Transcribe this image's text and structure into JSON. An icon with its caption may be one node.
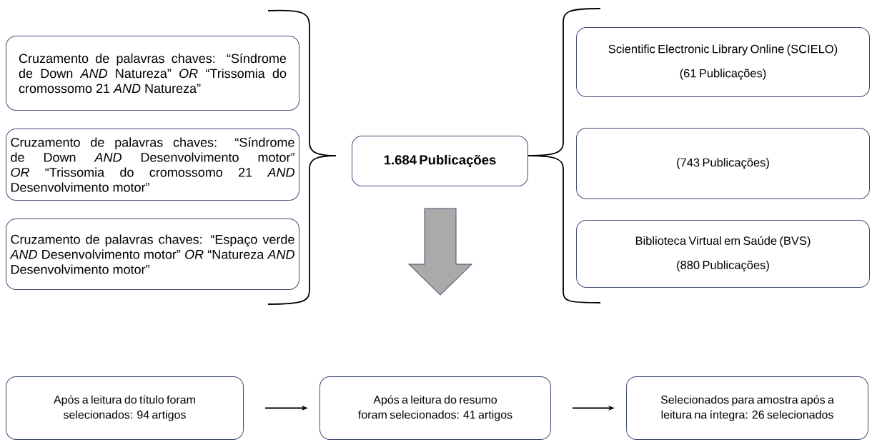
{
  "diagram": {
    "nodes": [
      {
        "text": [
          "Cruzamento de palavras chaves: “Síndrome de Down *AND* Natureza” *OR* “Trissomia do cromossomo 21 *AND* Natureza”"
        ]
      },
      {
        "text": [
          "Cruzamento de palavras chaves: “Síndrome de Down *AND* Desenvolvimento motor” *OR* “Trissomia do cromossomo 21 *AND* Desenvolvimento motor”"
        ]
      },
      {
        "text": [
          "Cruzamento de palavras chaves: “Espaço verde *AND* Desenvolvimento motor” *OR* “Natureza *AND* Desenvolvimento motor”"
        ]
      },
      {
        "text": [
          "1.684 Publicações"
        ]
      },
      {
        "text": [
          "Scientific Electronic Library Online (SCIELO)",
          "(61 Publicações)"
        ]
      },
      {
        "text": [
          "(743 Publicações)"
        ]
      },
      {
        "text": [
          "Biblioteca Virtual em Saúde (BVS)",
          "(880 Publicações)"
        ]
      },
      {
        "text": [
          "Após a leitura do título foram selecionados: 94 artigos"
        ]
      },
      {
        "text": [
          "Após a leitura do resumo foram selecionados: 41 artigos"
        ]
      },
      {
        "text": [
          "Selecionados para amostra após a leitura na íntegra: 26 selecionados"
        ]
      }
    ],
    "edges": [
      {
        "from": 7,
        "to": 8,
        "arrow": "to"
      },
      {
        "from": 8,
        "to": 9,
        "arrow": "to"
      }
    ]
  }
}
